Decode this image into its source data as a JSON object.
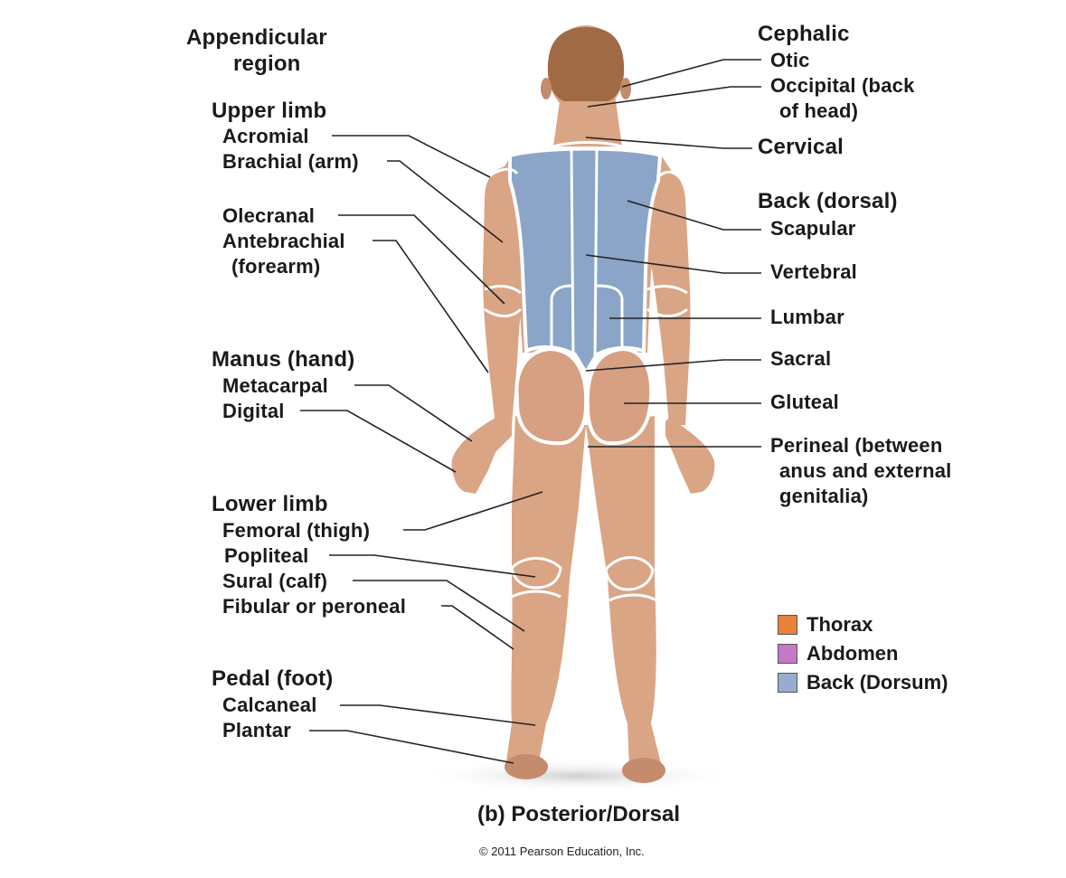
{
  "colors": {
    "skin": "#d9a585",
    "skin_dark": "#c48b6c",
    "hair": "#a06a45",
    "back": "#8aa5c8",
    "outline": "#ffffff",
    "leader": "#222222",
    "thorax": "#e8823a",
    "abdomen": "#c678c6",
    "back_dorsum": "#97acd0"
  },
  "left": {
    "appendicular": "Appendicular",
    "region": "region",
    "upper_limb": "Upper limb",
    "acromial": "Acromial",
    "brachial": "Brachial (arm)",
    "olecranal": "Olecranal",
    "antebrachial": "Antebrachial",
    "forearm": "(forearm)",
    "manus": "Manus (hand)",
    "metacarpal": "Metacarpal",
    "digital": "Digital",
    "lower_limb": "Lower limb",
    "femoral": "Femoral (thigh)",
    "popliteal": "Popliteal",
    "sural": "Sural (calf)",
    "fibular": "Fibular or peroneal",
    "pedal": "Pedal (foot)",
    "calcaneal": "Calcaneal",
    "plantar": "Plantar"
  },
  "right": {
    "cephalic": "Cephalic",
    "otic": "Otic",
    "occipital": "Occipital (back",
    "occipital2": "of head)",
    "cervical": "Cervical",
    "back_dorsal": "Back (dorsal)",
    "scapular": "Scapular",
    "vertebral": "Vertebral",
    "lumbar": "Lumbar",
    "sacral": "Sacral",
    "gluteal": "Gluteal",
    "perineal": "Perineal (between",
    "perineal2": "anus and external",
    "perineal3": "genitalia)"
  },
  "legend": [
    {
      "label": "Thorax",
      "color": "#e8823a"
    },
    {
      "label": "Abdomen",
      "color": "#c678c6"
    },
    {
      "label": "Back (Dorsum)",
      "color": "#97acd0"
    }
  ],
  "caption": "(b) Posterior/Dorsal",
  "copyright": "© 2011 Pearson Education, Inc."
}
